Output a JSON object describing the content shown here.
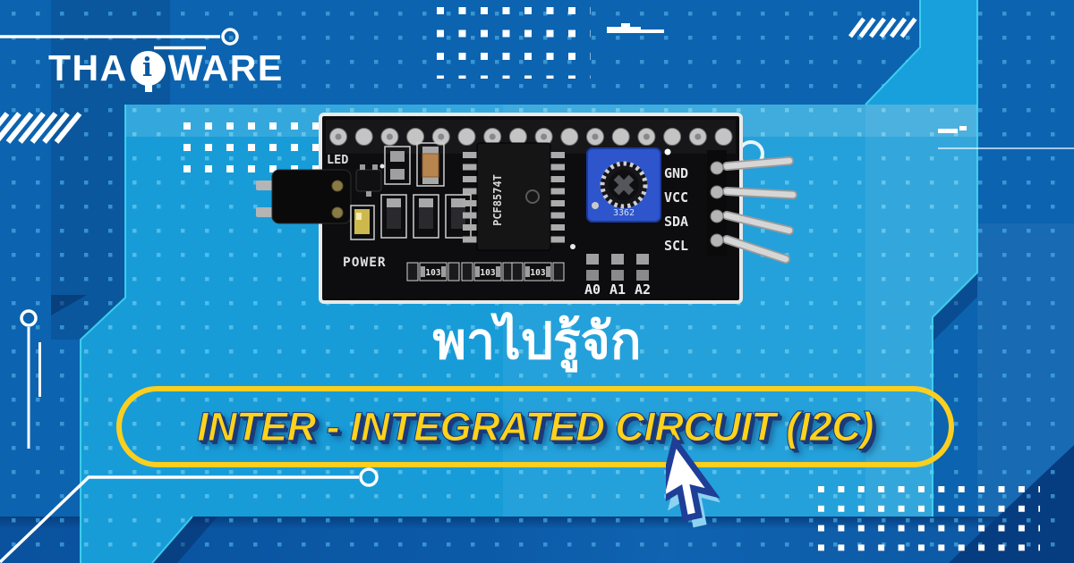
{
  "banner": {
    "logo": {
      "text_pre": "THA",
      "i_letter": "i",
      "text_post": "WARE"
    },
    "intro_thai": "พาไปรู้จัก",
    "title": "INTER - INTEGRATED CIRCUIT (I2C)"
  },
  "pcb_module": {
    "silkscreen": {
      "led": "LED",
      "power": "POWER",
      "gnd": "GND",
      "vcc": "VCC",
      "sda": "SDA",
      "scl": "SCL",
      "a0": "A0",
      "a1": "A1",
      "a2": "A2"
    },
    "ic_marking": "PCF8574T",
    "smd_code": "103",
    "trimmer_marking": "3362"
  },
  "colors": {
    "background_blue": "#0c63af",
    "panel_cyan": "#189cd8",
    "accent_yellow": "#ffd21b",
    "shadow_navy": "#1a3a7c",
    "white": "#ffffff"
  }
}
